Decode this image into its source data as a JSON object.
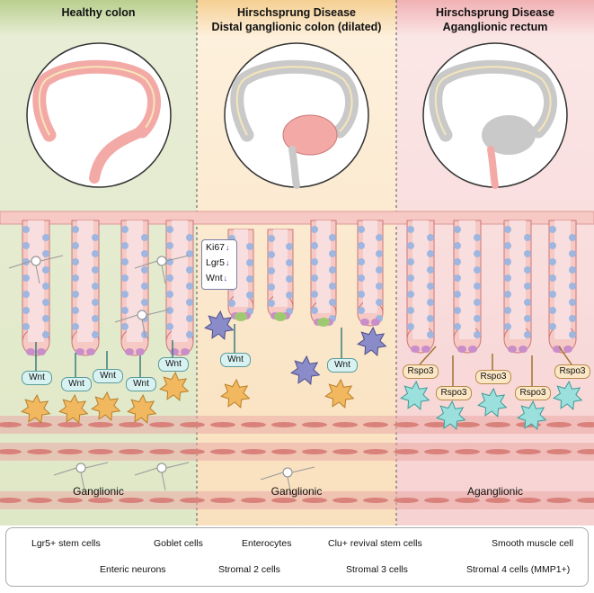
{
  "panels": [
    {
      "title": "Healthy colon",
      "zone_label": "Ganglionic"
    },
    {
      "title": "Hirschsprung Disease\nDistal ganglionic colon (dilated)",
      "zone_label": "Ganglionic"
    },
    {
      "title": "Hirschsprung Disease\nAganglionic rectum",
      "zone_label": "Aganglionic"
    }
  ],
  "markers": {
    "items": [
      "Ki67",
      "Lgr5",
      "Wnt"
    ],
    "arrow": "↓"
  },
  "signals": {
    "wnt": "Wnt",
    "rspo3": "Rspo3"
  },
  "legend": [
    {
      "icon": "lgr5-stem-cell-icon",
      "label": "Lgr5+ stem cells"
    },
    {
      "icon": "goblet-cell-icon",
      "label": "Goblet cells"
    },
    {
      "icon": "enterocyte-icon",
      "label": "Enterocytes"
    },
    {
      "icon": "clu-revival-stem-cell-icon",
      "label": "Clu+ revival stem cells"
    },
    {
      "icon": "smooth-muscle-cell-icon",
      "label": "Smooth muscle cell"
    },
    {
      "icon": "enteric-neuron-icon",
      "label": "Enteric neurons"
    },
    {
      "icon": "stromal-2-cell-icon",
      "label": "Stromal 2 cells"
    },
    {
      "icon": "stromal-3-cell-icon",
      "label": "Stromal 3 cells"
    },
    {
      "icon": "stromal-4-cell-icon",
      "label": "Stromal 4 cells (MMP1+)"
    }
  ],
  "colors": {
    "healthy_bg": "#e6ecd2",
    "dilated_bg": "#fbe8cc",
    "agang_bg": "#f9dcdc",
    "healthy_header": "#a9c27d",
    "dilated_header": "#f3c98a",
    "agang_header": "#f0a9ad",
    "lgr5": "#c98ec9",
    "goblet": "#9fb7e0",
    "enterocyte": "#f6c9c4",
    "clu": "#9fc971",
    "stromal2": "#f2b860",
    "stromal3": "#9be0dc",
    "stromal4": "#8a8cc9",
    "muscle": "#e9a9a5"
  }
}
